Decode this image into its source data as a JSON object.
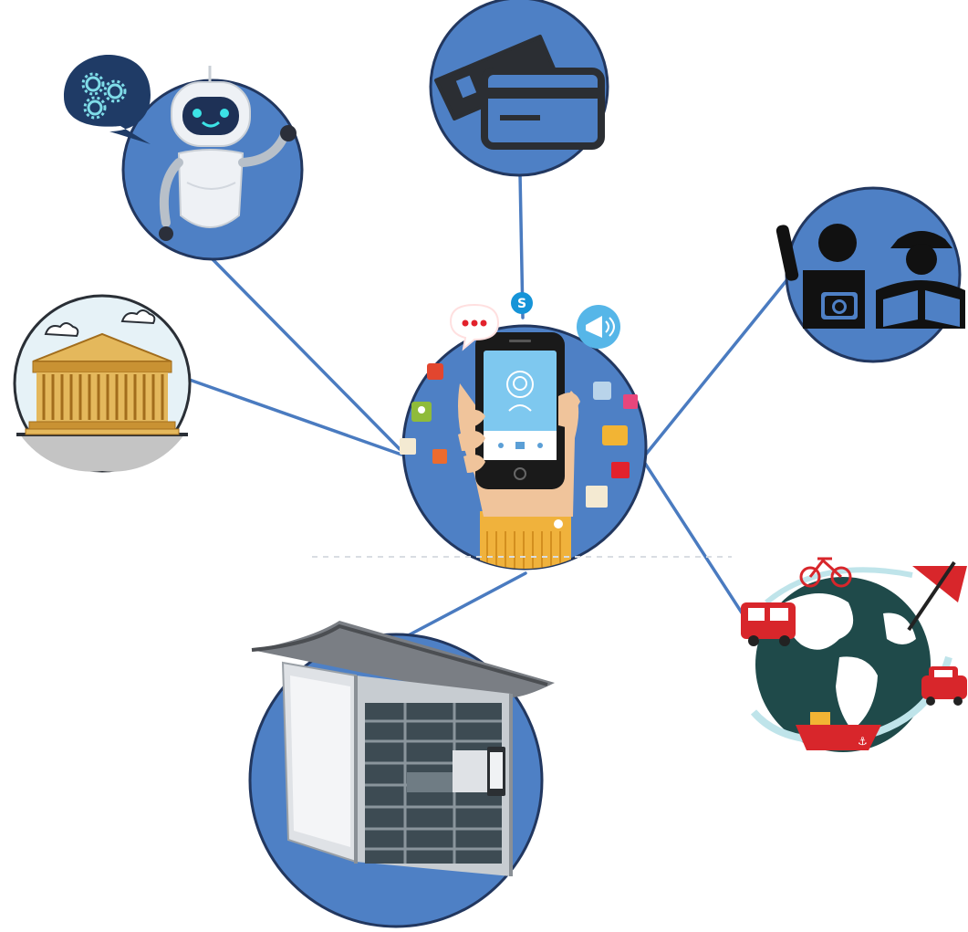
{
  "diagram": {
    "type": "hub-and-spoke",
    "hub": {
      "name": "smartphone-app",
      "icon": "hand-holding-smartphone-icon"
    },
    "nodes": [
      {
        "id": "chatbot",
        "icon": "robot-chatbot-icon"
      },
      {
        "id": "payment",
        "icon": "credit-card-icon"
      },
      {
        "id": "tour-guide",
        "icon": "tourist-and-guide-icon"
      },
      {
        "id": "heritage",
        "icon": "classical-museum-icon"
      },
      {
        "id": "travel",
        "icon": "globe-transport-icon"
      },
      {
        "id": "kiosk",
        "icon": "info-kiosk-icon"
      }
    ],
    "edges": [
      [
        "hub",
        "chatbot"
      ],
      [
        "hub",
        "payment"
      ],
      [
        "hub",
        "tour-guide"
      ],
      [
        "hub",
        "heritage"
      ],
      [
        "hub",
        "travel"
      ],
      [
        "hub",
        "kiosk"
      ]
    ]
  },
  "colors": {
    "node_fill": "#4e80c5",
    "node_stroke": "#22375f",
    "edge": "#4a7bc0",
    "icon_dark": "#27292e",
    "gold": "#e4b85c",
    "gold_dark": "#a26d1c",
    "skin": "#f0c49b",
    "screen": "#7ec8ef",
    "red": "#d8262b",
    "globe": "#1f4a4a"
  }
}
